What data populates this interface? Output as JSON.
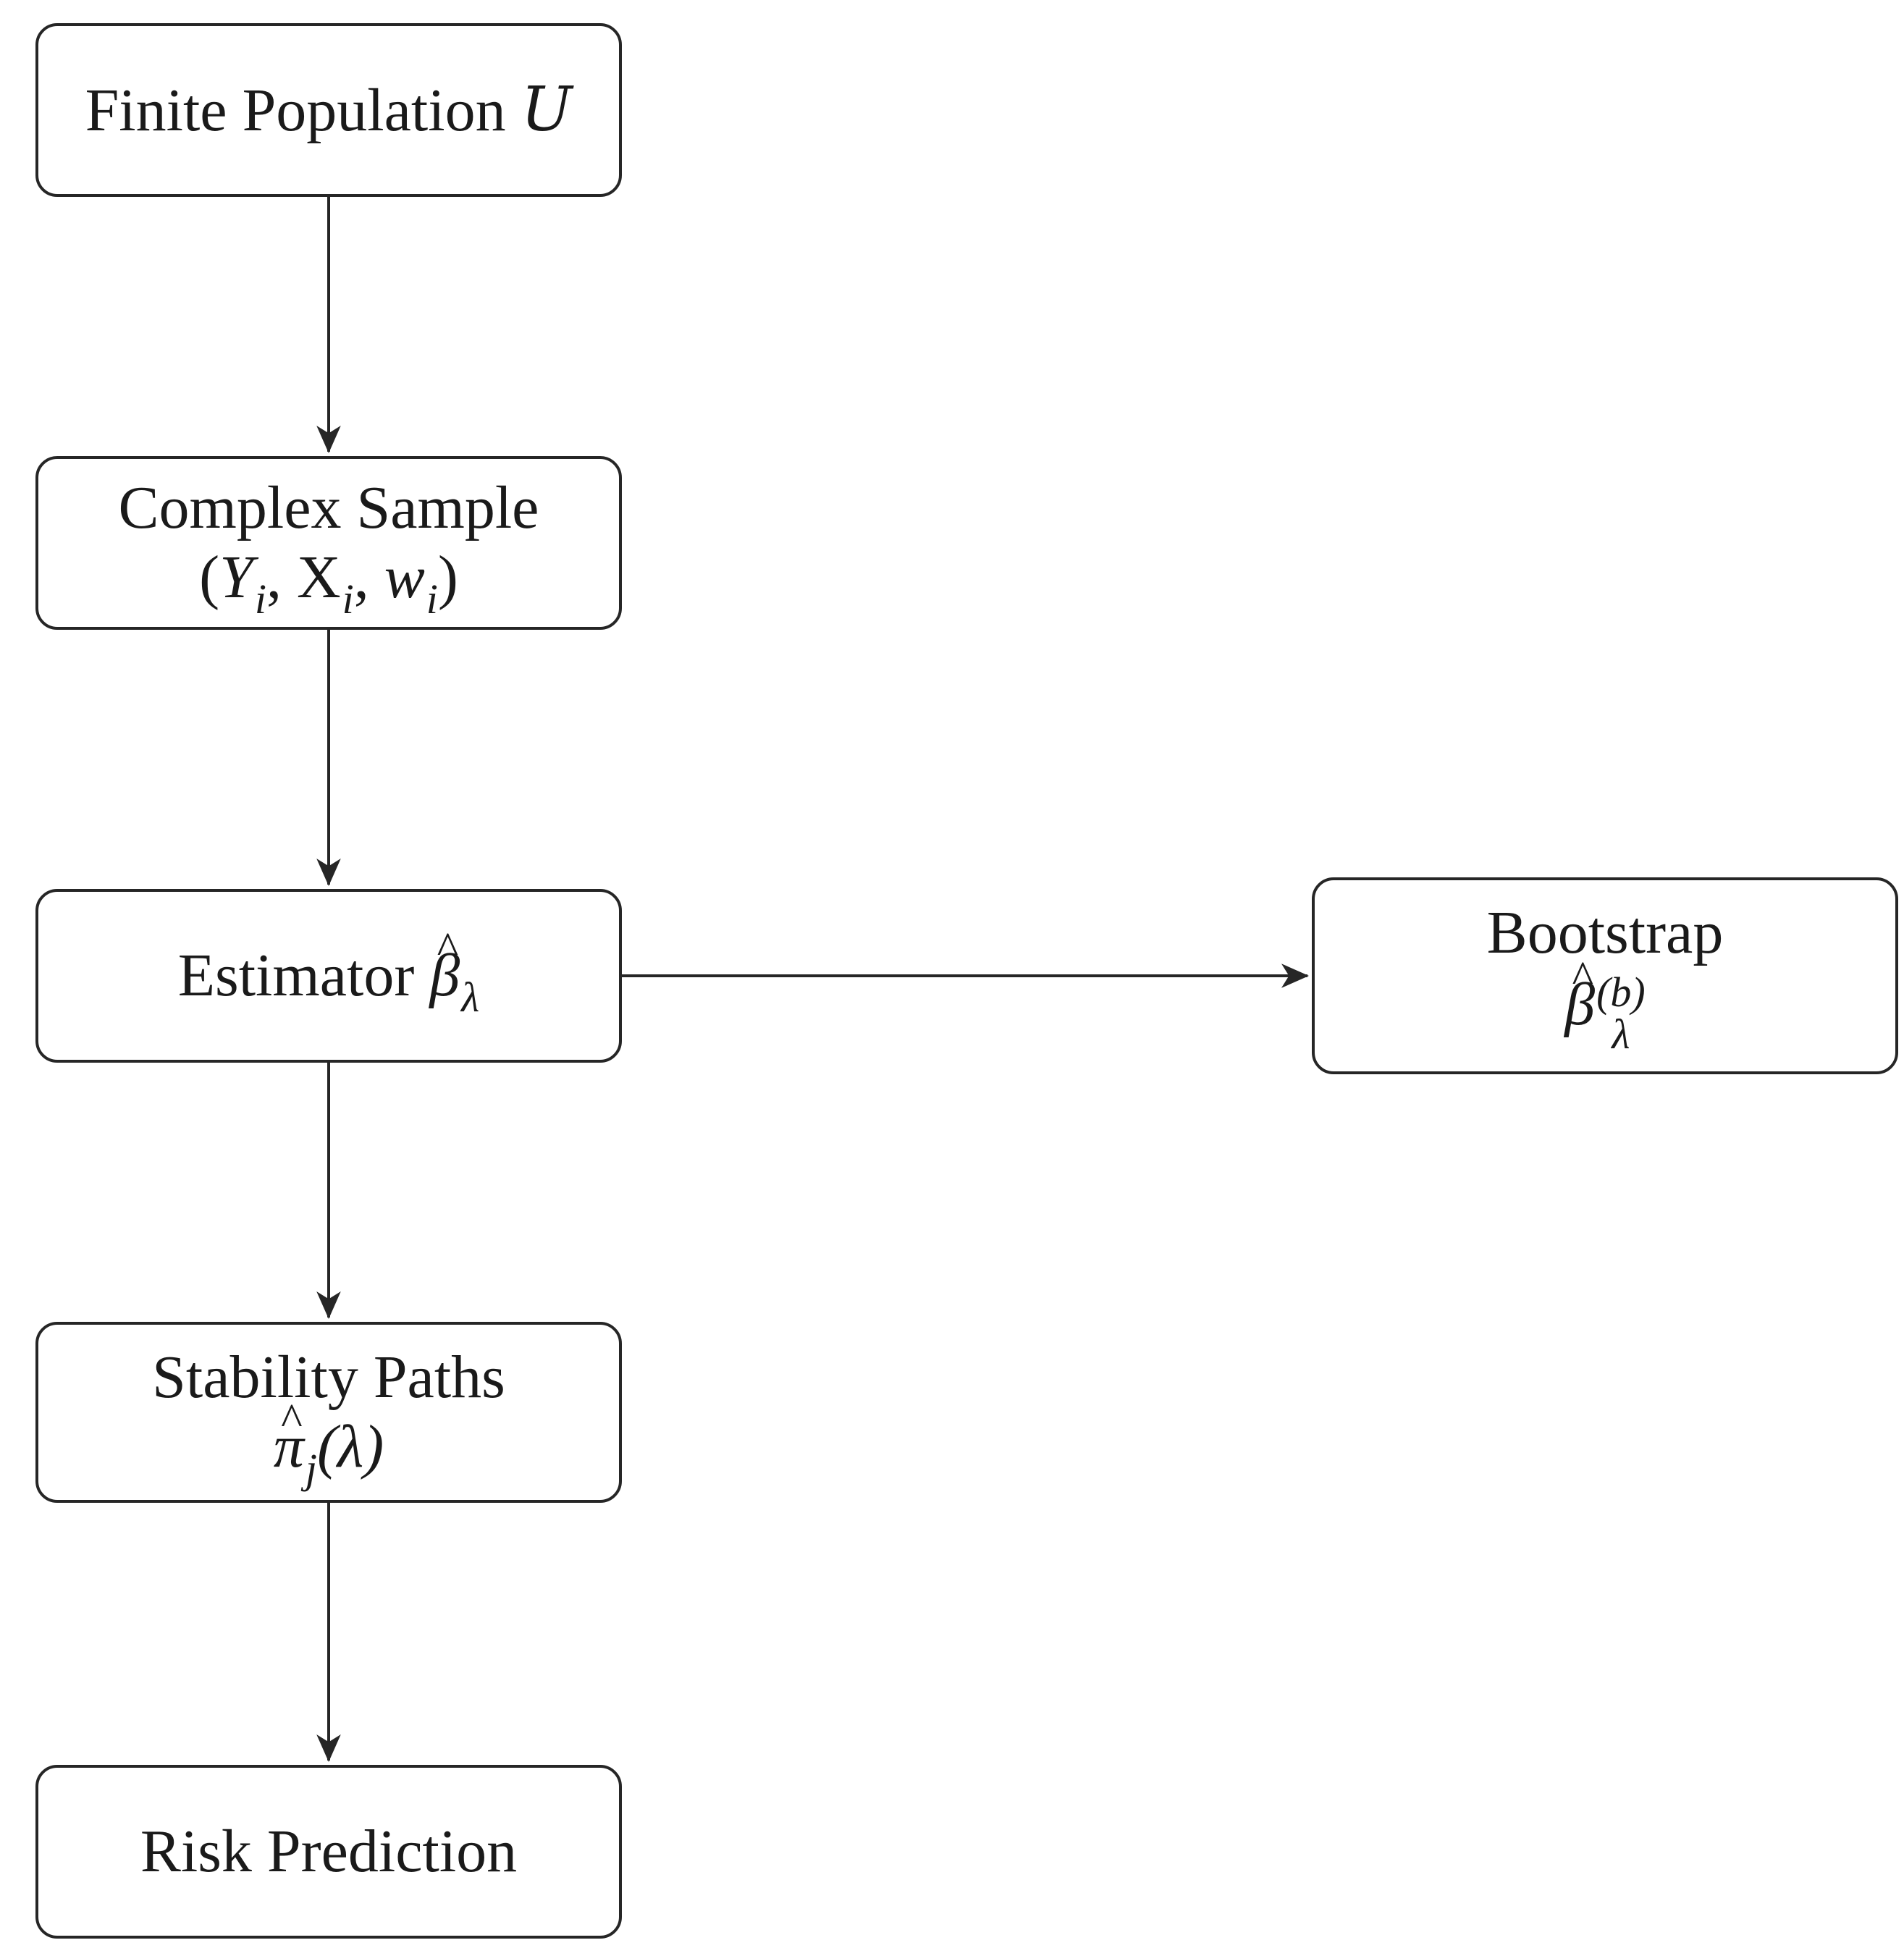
{
  "nodes": {
    "population": {
      "label": "Finite Population",
      "symbol": "U"
    },
    "sample": {
      "label": "Complex Sample",
      "math": {
        "open": "(",
        "y": "Y",
        "y_sub": "i",
        "comma1": ",",
        "x": "X",
        "x_sub": "i",
        "comma2": ",",
        "w": "w",
        "w_sub": "i",
        "close": ")"
      }
    },
    "estimator": {
      "label": "Estimator",
      "symbol": "β",
      "subscript": "λ"
    },
    "bootstrap": {
      "label": "Bootstrap",
      "symbol": "β",
      "superscript": "(b)",
      "subscript": "λ"
    },
    "stability": {
      "label": "Stability Paths",
      "symbol": "π",
      "subscript": "j",
      "argument": "(λ)"
    },
    "risk": {
      "label": "Risk Prediction"
    }
  },
  "edges": [
    {
      "from": "population",
      "to": "sample"
    },
    {
      "from": "sample",
      "to": "estimator"
    },
    {
      "from": "estimator",
      "to": "bootstrap"
    },
    {
      "from": "estimator",
      "to": "stability"
    },
    {
      "from": "stability",
      "to": "risk"
    }
  ],
  "colors": {
    "stroke": "#262626",
    "text": "#1a1a1a",
    "background": "#ffffff"
  }
}
